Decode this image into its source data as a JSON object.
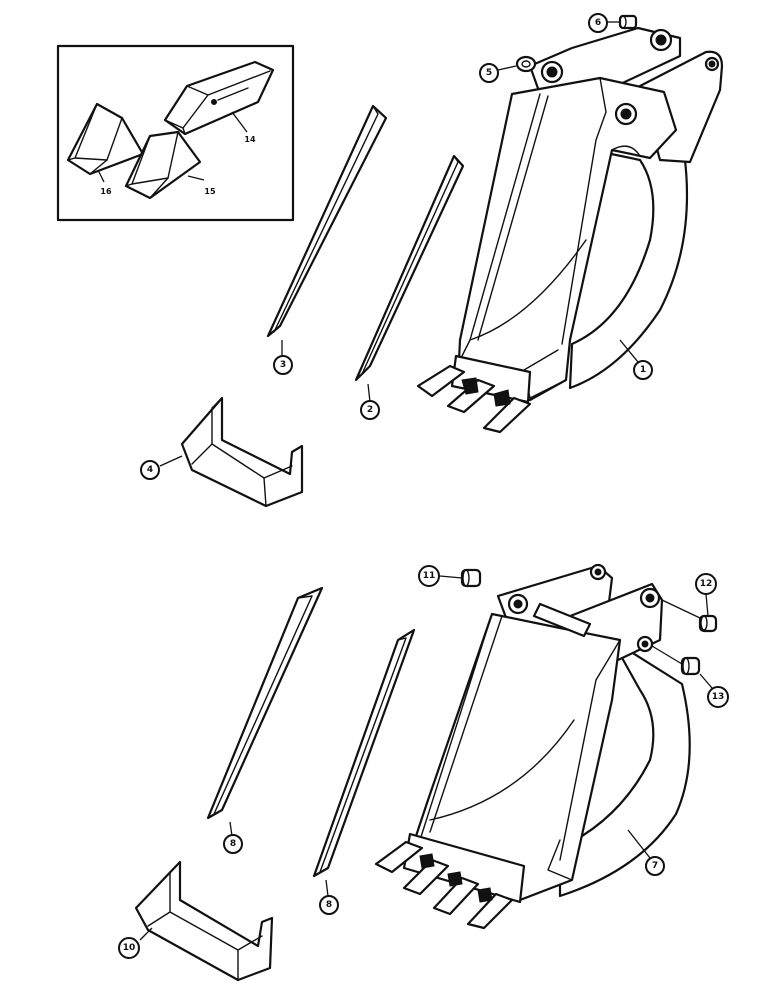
{
  "callouts": {
    "c1": "1",
    "c2": "2",
    "c3": "3",
    "c4": "4",
    "c5": "5",
    "c6": "6",
    "c7": "7",
    "c8a": "8",
    "c8b": "8",
    "c10": "10",
    "c11": "11",
    "c12": "12",
    "c13": "13"
  },
  "inset_labels": {
    "l14": "14",
    "l15": "15",
    "l16": "16"
  }
}
